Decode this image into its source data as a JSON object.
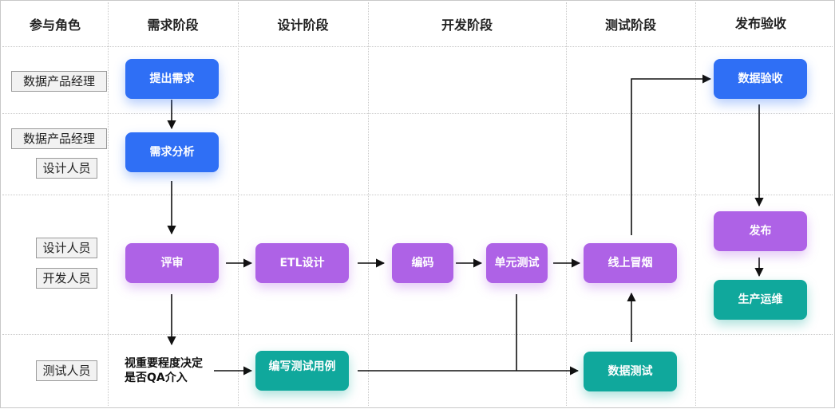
{
  "headers": [
    "参与角色",
    "需求阶段",
    "设计阶段",
    "开发阶段",
    "测试阶段",
    "发布验收"
  ],
  "roles": {
    "row1_pm": "数据产品经理",
    "row2_pm": "数据产品经理",
    "row2_designer": "设计人员",
    "row3_designer": "设计人员",
    "row3_developer": "开发人员",
    "row4_tester": "测试人员"
  },
  "boxes": {
    "submit_requirement": "提出需求",
    "requirement_analysis": "需求分析",
    "review": "评审",
    "etl_design": "ETL设计",
    "coding": "编码",
    "unit_test": "单元测试",
    "online_smoke": "线上冒烟",
    "data_acceptance": "数据验收",
    "release": "发布",
    "production_ops": "生产运维",
    "write_test_cases": "编写测试用例",
    "data_test": "数据测试"
  },
  "note": {
    "line1": "视重要程度决定",
    "line2": "是否QA介入"
  },
  "colors": {
    "blue": "#2f6ff5",
    "purple": "#ae62e6",
    "teal": "#10a89c",
    "grid": "#c8c8c8",
    "arrow": "#111111"
  }
}
